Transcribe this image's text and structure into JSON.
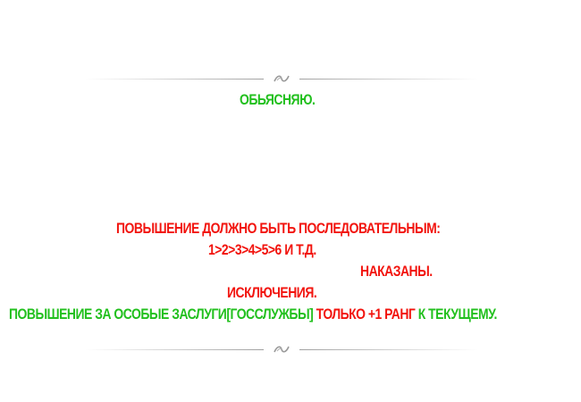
{
  "colors": {
    "green": "#22c01e",
    "red": "#f2140e",
    "divider": "#969696"
  },
  "ornament_icon": "flourish-icon",
  "heading": "ОБЬЯСНЯЮ.",
  "rule_line": "ПОВЫШЕНИЕ ДОЛЖНО БЫТЬ ПОСЛЕДОВАТЕЛЬНЫМ:",
  "sequence": "1>2>3>4>5>6 И Т.Д.",
  "punished": "НАКАЗАНЫ.",
  "exceptions": "ИСКЛЮЧЕНИЯ.",
  "special": {
    "part1": "ПОВЫШЕНИЕ ЗА ОСОБЫЕ ЗАСЛУГИ[ГОССЛУЖБЫ]",
    "part2": "ТОЛЬКО +1 РАНГ",
    "part3": "К ТЕКУЩЕМУ."
  }
}
